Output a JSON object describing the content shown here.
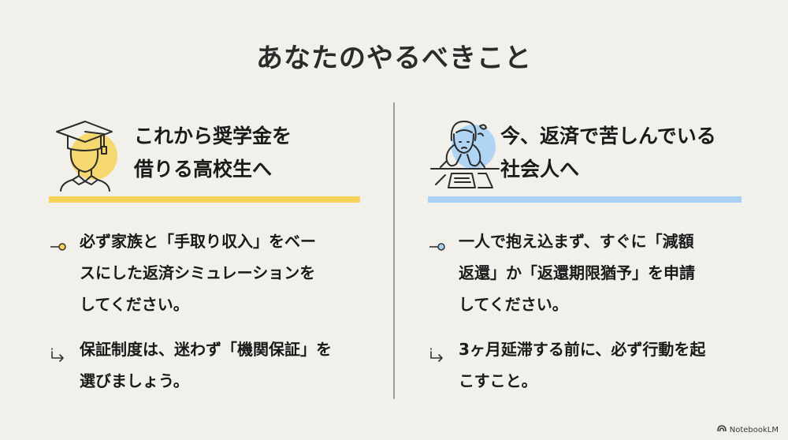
{
  "title": "あなたのやるべきこと",
  "colors": {
    "background": "#F1F0EB",
    "yellow_accent": "#F6D35B",
    "blue_accent": "#A9D0F5",
    "divider": "#9C9C98",
    "text": "#1A1A1A"
  },
  "left": {
    "icon": "graduate-student-icon",
    "heading_line1": "これから奨学金を",
    "heading_line2": "借りる高校生へ",
    "items": [
      {
        "bullet": "pin-circle-icon",
        "lines": [
          "必ず家族と「手取り収入」をベー",
          "スにした返済シミュレーションを",
          "してください。"
        ]
      },
      {
        "bullet": "return-arrow-icon",
        "lines": [
          "保証制度は、迷わず「機関保証」を",
          "選びましょう。"
        ]
      }
    ]
  },
  "right": {
    "icon": "worried-worker-icon",
    "heading_line1": "今、返済で苦しんでいる",
    "heading_line2": "社会人へ",
    "items": [
      {
        "bullet": "pin-circle-icon",
        "lines": [
          "一人で抱え込まず、すぐに「減額",
          "返還」か「返還期限猶予」を申請",
          "してください。"
        ]
      },
      {
        "bullet": "return-arrow-icon",
        "lines": [
          "3ヶ月延滞する前に、必ず行動を起",
          "こすこと。"
        ]
      }
    ]
  },
  "footer": {
    "brand": "NotebookLM"
  }
}
